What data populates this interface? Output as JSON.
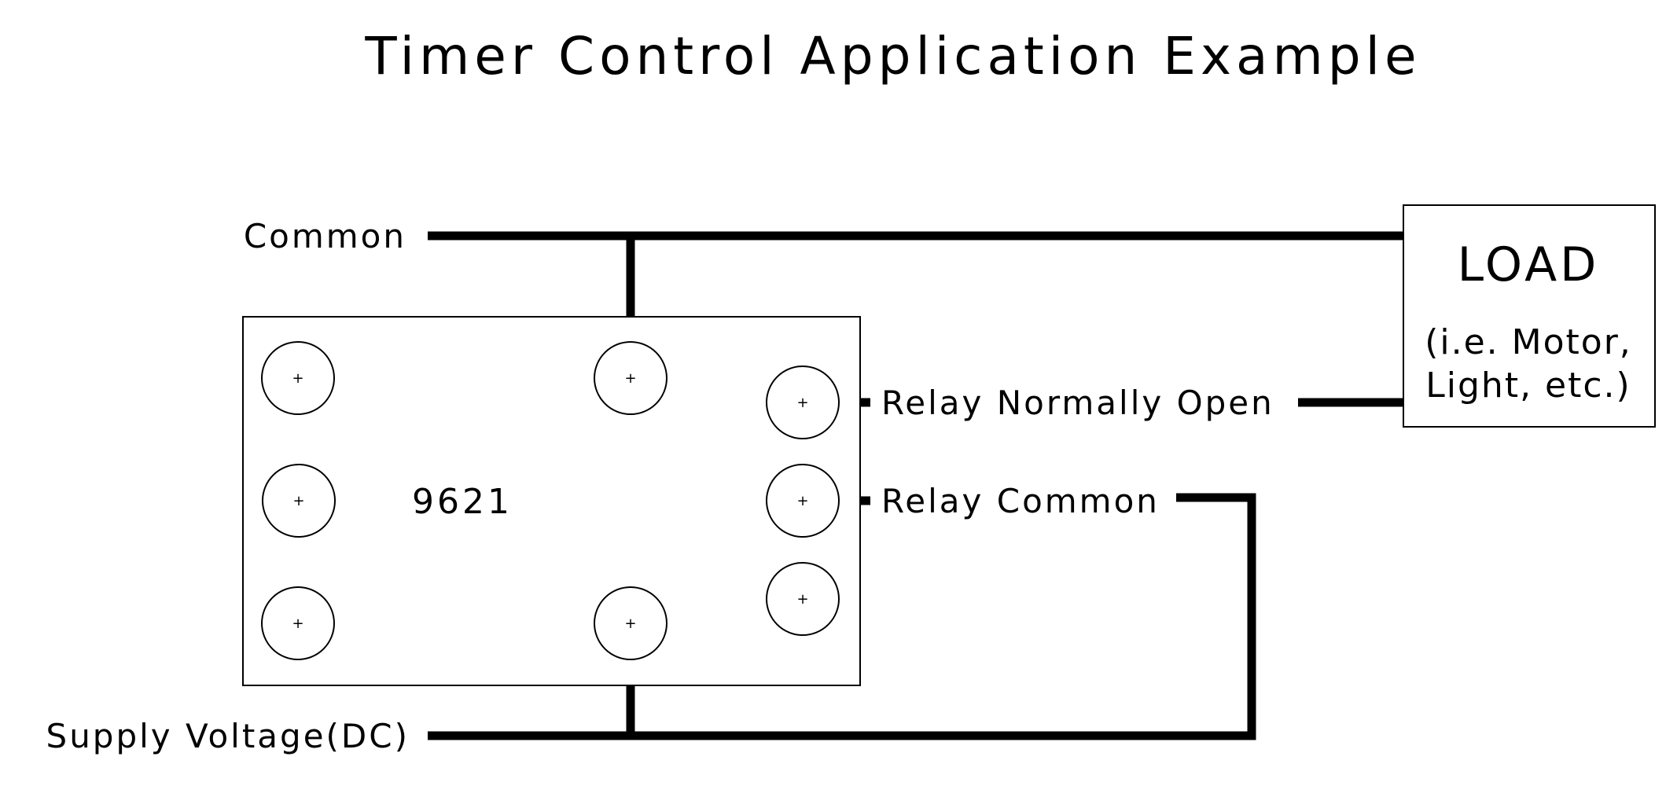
{
  "title": "Timer Control Application Example",
  "labels": {
    "common": "Common",
    "supply_voltage": "Supply Voltage(DC)",
    "relay_normally_open": "Relay Normally Open",
    "relay_common": "Relay Common"
  },
  "device": {
    "model": "9621",
    "terminal_symbol": "+"
  },
  "load": {
    "title": "LOAD",
    "description_line1": "(i.e. Motor,",
    "description_line2": "Light, etc.)"
  },
  "colors": {
    "background": "#ffffff",
    "ink": "#000000"
  }
}
